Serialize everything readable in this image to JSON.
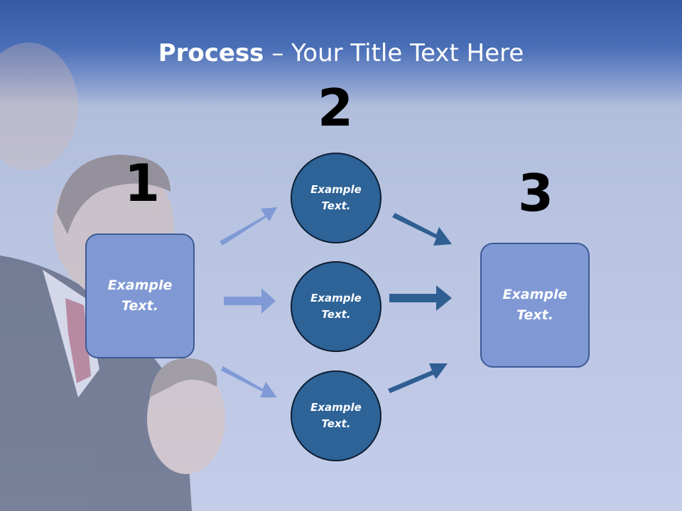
{
  "slide": {
    "title_bold": "Process",
    "title_rest": " – Your Title Text Here",
    "step_numbers": [
      "1",
      "2",
      "3"
    ],
    "left_box": {
      "line1": "Example",
      "line2": "Text."
    },
    "right_box": {
      "line1": "Example",
      "line2": "Text."
    },
    "circles": [
      {
        "line1": "Example",
        "line2": "Text."
      },
      {
        "line1": "Example",
        "line2": "Text."
      },
      {
        "line1": "Example",
        "line2": "Text."
      }
    ]
  },
  "colors": {
    "light_arrow": "#7f9ad6",
    "dark_arrow": "#2f5e92",
    "box_fill": "#8099d5",
    "circle_fill": "#2e6398"
  }
}
